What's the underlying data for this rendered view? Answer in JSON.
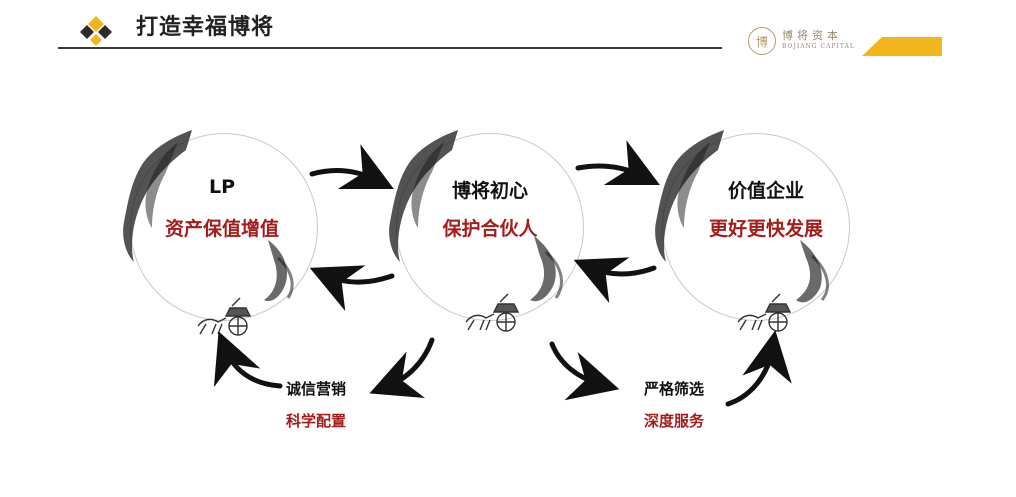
{
  "header": {
    "title": "打造幸福博将",
    "brand": {
      "seal": "博",
      "name_cn": "博将资本",
      "name_en": "BOJIANG CAPITAL"
    },
    "accent_color": "#f2b51c",
    "line_color": "#3a3a3a"
  },
  "diagram": {
    "nodes": [
      {
        "title": "LP",
        "subtitle": "资产保值增值"
      },
      {
        "title": "博将初心",
        "subtitle": "保护合伙人"
      },
      {
        "title": "价值企业",
        "subtitle": "更好更快发展"
      }
    ],
    "bottom_labels": [
      {
        "title": "诚信营销",
        "subtitle": "科学配置"
      },
      {
        "title": "严格筛选",
        "subtitle": "深度服务"
      }
    ],
    "colors": {
      "title": "#111111",
      "subtitle": "#a31d1d",
      "circle": "#c9c9c9",
      "arrow": "#111111"
    },
    "icons": [
      "ink-splash-icon",
      "chariot-icon",
      "curved-arrow-icon"
    ]
  }
}
